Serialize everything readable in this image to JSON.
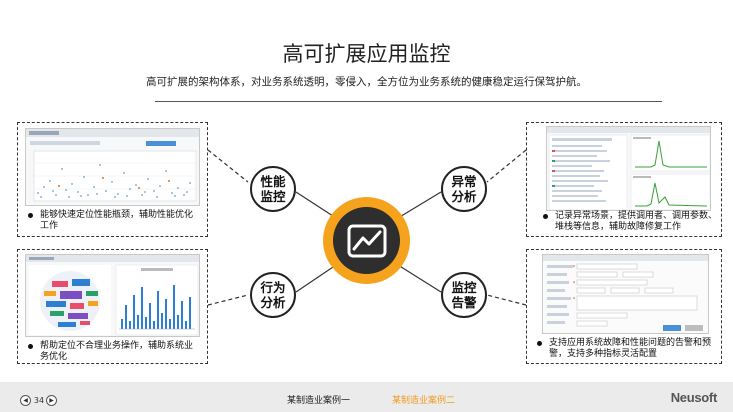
{
  "header": {
    "title": "高可扩展应用监控",
    "subtitle": "高可扩展的架构体系，对业务系统透明，零侵入，全方位为业务系统的健康稳定运行保驾护航。"
  },
  "panels": {
    "performance": {
      "caption": "能够快速定位性能瓶颈，辅助性能优化工作"
    },
    "anomaly": {
      "caption": "记录异常场景，提供调用者、调用参数、堆栈等信息，辅助故障修复工作"
    },
    "behavior": {
      "caption": "帮助定位不合理业务操作，辅助系统业务优化"
    },
    "alert": {
      "caption": "支持应用系统故障和性能问题的告警和预警，支持多种指标灵活配置"
    }
  },
  "nodes": {
    "performance": {
      "line1": "性能",
      "line2": "监控"
    },
    "anomaly": {
      "line1": "异常",
      "line2": "分析"
    },
    "behavior": {
      "line1": "行为",
      "line2": "分析"
    },
    "alert": {
      "line1": "监控",
      "line2": "告警"
    }
  },
  "footer": {
    "page_number": "34",
    "link_1": "某制造业案例一",
    "link_2": "某制造业案例二",
    "brand": "Neusoft"
  },
  "colors": {
    "accent": "#f5a21d",
    "hub_inner": "#2e2e2e",
    "footer_bg": "#ebebeb",
    "active_link": "#f39a1e"
  },
  "icons": {
    "hub": "line-chart-monitor-icon",
    "prev": "chevron-left-icon",
    "next": "chevron-right-icon"
  }
}
